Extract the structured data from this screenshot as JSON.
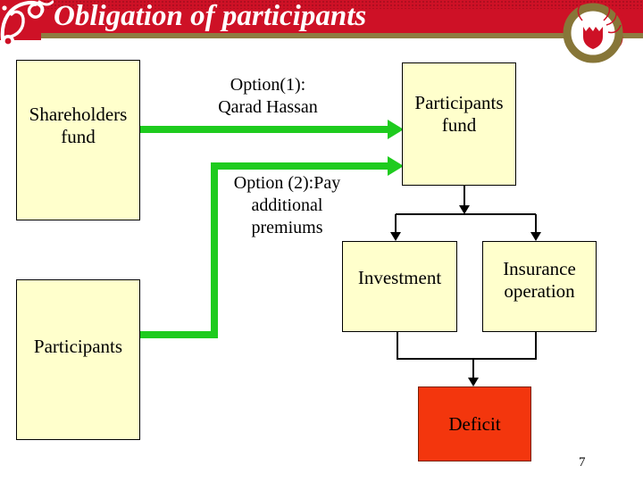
{
  "slide": {
    "title": "Obligation of participants",
    "page_number": "7"
  },
  "colors": {
    "header_red": "#CE1126",
    "gold_line": "#8E7C41",
    "node_fill": "#FFFFCC",
    "node_border": "#000000",
    "arrow_green": "#1ECB1E",
    "deficit_fill": "#F3360D",
    "deficit_border": "#7A1E00",
    "title_text": "#FFFFFF",
    "emblem_gold": "#877638"
  },
  "nodes": {
    "shareholders_fund": {
      "label": "Shareholders\nfund"
    },
    "participants_fund": {
      "label": "Participants\nfund"
    },
    "investment": {
      "label": "Investment"
    },
    "insurance_operation": {
      "label": "Insurance\noperation"
    },
    "participants": {
      "label": "Participants"
    },
    "deficit": {
      "label": "Deficit"
    }
  },
  "annotations": {
    "option1": "Option(1):\nQarad Hassan",
    "option2": "Option (2):Pay\nadditional\npremiums"
  },
  "icons": {
    "top_left": "damask-ornament",
    "top_right": "bahrain-coat-of-arms"
  }
}
